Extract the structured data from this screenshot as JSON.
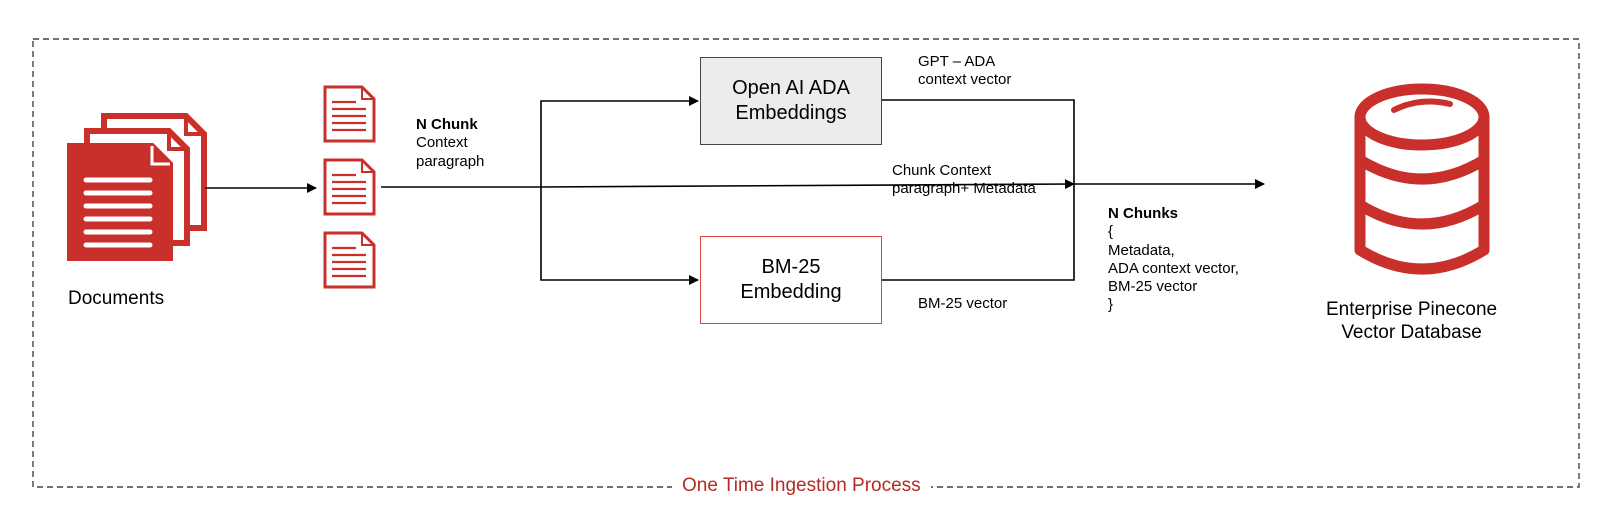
{
  "documents_label": "Documents",
  "chunk_label": {
    "bold": "N Chunk",
    "lines": [
      "Context",
      "paragraph"
    ]
  },
  "ada_box": {
    "lines": [
      "Open AI ADA",
      "Embeddings"
    ]
  },
  "bm25_box": {
    "lines": [
      "BM-25",
      "Embedding"
    ]
  },
  "gpt_ada_label": {
    "lines": [
      "GPT – ADA",
      "context vector"
    ]
  },
  "chunk_context_label": {
    "lines": [
      "Chunk Context",
      "paragraph+ Metadata"
    ]
  },
  "bm25_vector_label": "BM-25 vector",
  "n_chunks": {
    "bold": "N Chunks",
    "lines": [
      "{",
      "Metadata,",
      "ADA context vector,",
      "BM-25 vector",
      "}"
    ]
  },
  "database_label": {
    "lines": [
      "Enterprise Pinecone",
      "Vector Database"
    ]
  },
  "process_label": "One Time Ingestion Process",
  "colors": {
    "accent_red": "#c9302c",
    "process_label": "#b62a26",
    "ada_box_fill": "#ececec",
    "bm25_box_border": "#d34a45",
    "border_dash": "#444444"
  }
}
